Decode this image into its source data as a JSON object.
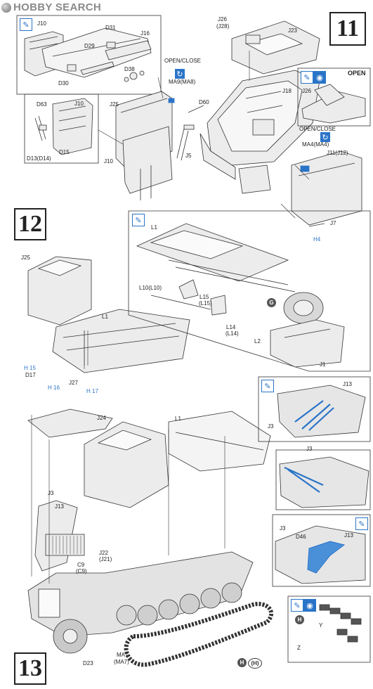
{
  "watermark": {
    "text": "HOBBY SEARCH"
  },
  "steps": {
    "s11": "11",
    "s12": "12",
    "s13": "13"
  },
  "colors": {
    "accent_blue": "#2a74c8",
    "line": "#333333",
    "part_fill": "#e9e9e9"
  },
  "icons": {
    "glue": "glue-tube-icon",
    "paint": "paint-icon"
  },
  "step11": {
    "inset_a": {
      "J10": "J10",
      "D29": "D29",
      "D31": "D31",
      "J16": "J16",
      "D30": "D30",
      "D38": "D38"
    },
    "inset_b": {
      "D63": "D63",
      "J10": "J10",
      "D15": "D15",
      "D13": "D13(D14)"
    },
    "open_close_1": "OPEN/CLOSE",
    "ma9": "MA9(MA8)",
    "J25": "J25",
    "D60": "D60",
    "J5": "J5",
    "J10b": "J10",
    "J26": "J26",
    "J28": "(J28)",
    "J23": "J23",
    "J18": "J18",
    "inset_open": {
      "title": "OPEN",
      "J26": "J26"
    },
    "open_close_2": "OPEN/CLOSE",
    "ma4": "MA4(MA4)",
    "J11": "J11(J12)",
    "J7": "J7",
    "H4": "H4"
  },
  "step12": {
    "J25": "J25",
    "L1": "L1",
    "inset": {
      "L1": "L1",
      "L10": "L10(L10)",
      "L15": "L15",
      "L15b": "(L15)",
      "L14": "L14",
      "L14b": "(L14)",
      "G": "G",
      "L2": "L2",
      "J1": "J1"
    }
  },
  "step13": {
    "H15": "H 15",
    "D17": "D17",
    "H16": "H 16",
    "J27": "J27",
    "H17": "H 17",
    "J24": "J24",
    "L1": "L1",
    "J3": "J3",
    "J13": "J13",
    "J22": "J22",
    "J21": "(J21)",
    "C9": "C9",
    "C9b": "(C9)",
    "D23": "D23",
    "MA7": "MA7",
    "MA7b": "(MA7)",
    "H": "H",
    "Hb": "(H)",
    "inset1": {
      "J13": "J13",
      "J3": "J3"
    },
    "inset2": {
      "J3": "J3"
    },
    "inset3": {
      "J3": "J3",
      "D46": "D46",
      "J13": "J13"
    },
    "inset4": {
      "H": "H",
      "Y": "Y",
      "Z": "Z"
    }
  }
}
